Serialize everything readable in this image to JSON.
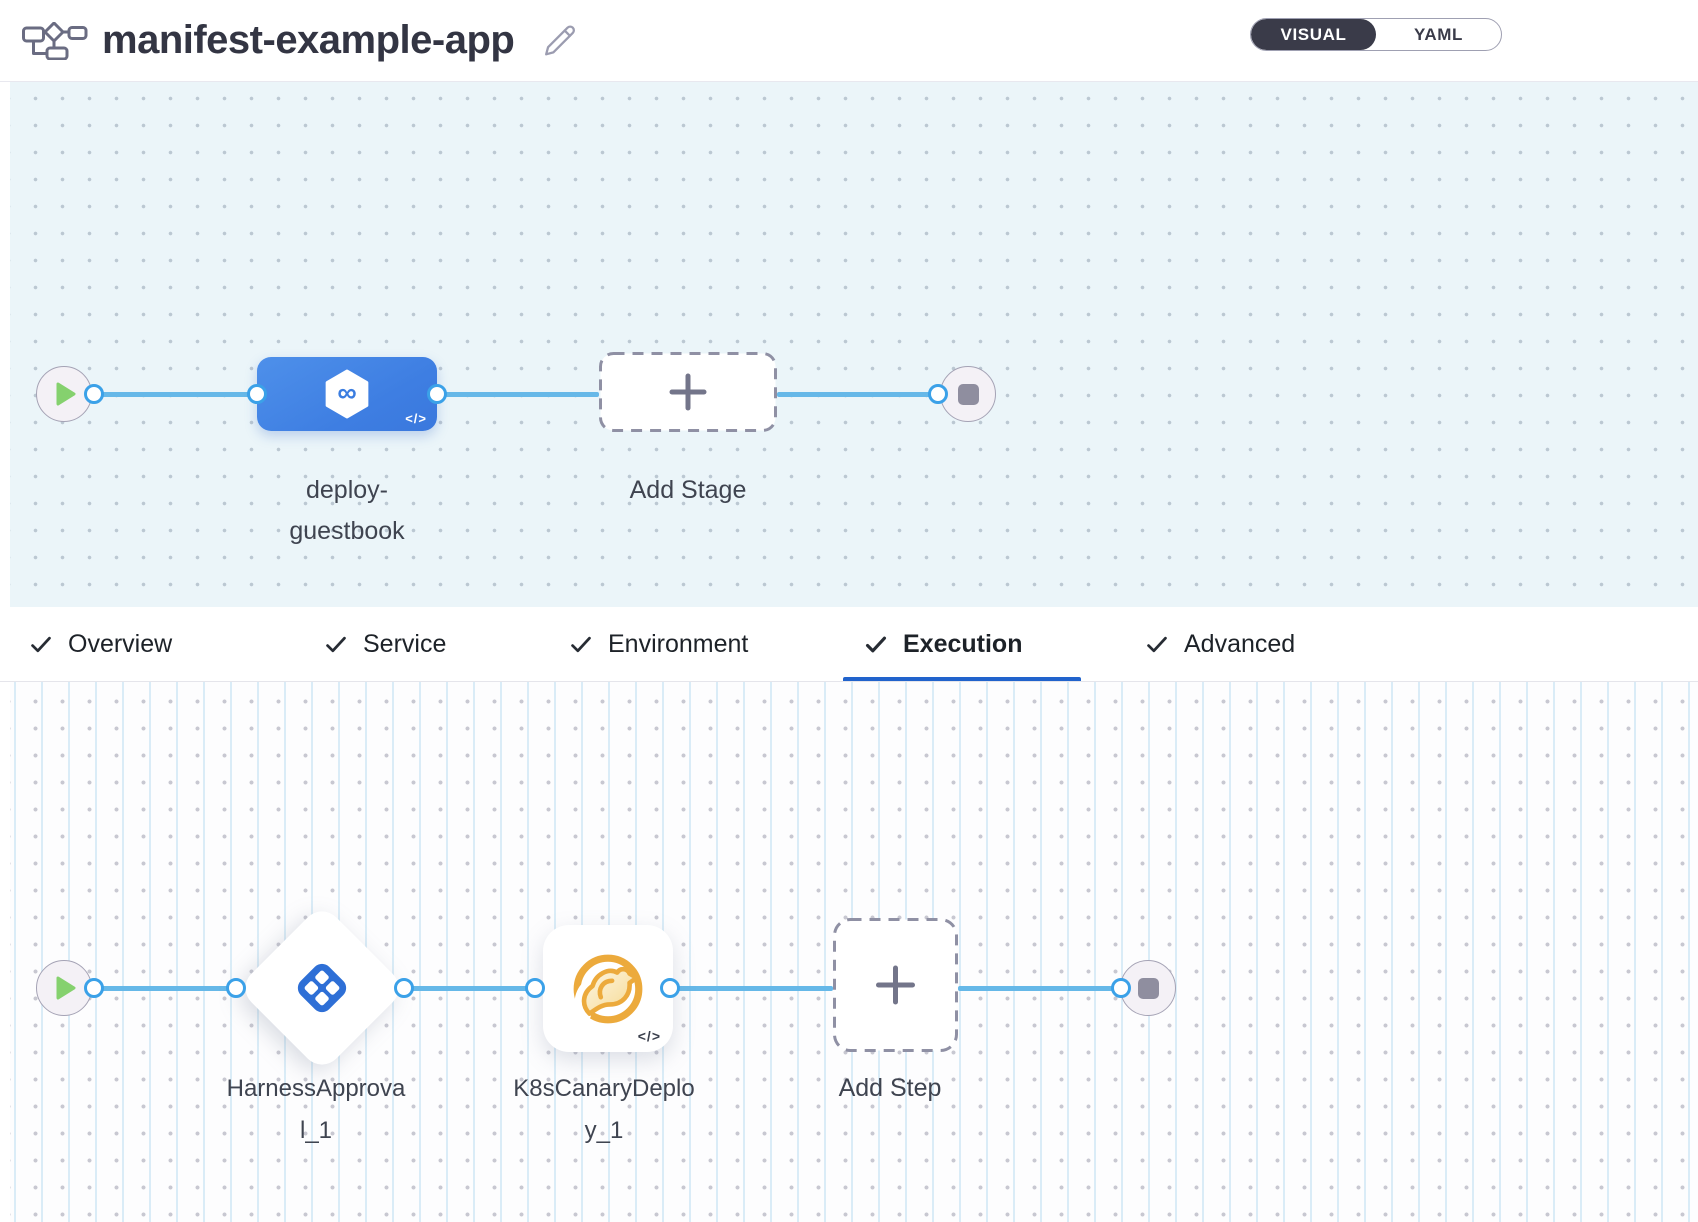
{
  "header": {
    "title": "manifest-example-app",
    "view_toggle": {
      "visual_label": "VISUAL",
      "yaml_label": "YAML",
      "active": "VISUAL"
    }
  },
  "icons": {
    "infinity_glyph": "∞"
  },
  "pipeline": {
    "stage_canvas": {
      "stage_node": {
        "label": "deploy-guestbook",
        "code_badge": "</>"
      },
      "add_stage": {
        "label": "Add Stage"
      }
    },
    "tabs": [
      {
        "label": "Overview",
        "checked": true,
        "active": false
      },
      {
        "label": "Service",
        "checked": true,
        "active": false
      },
      {
        "label": "Environment",
        "checked": true,
        "active": false
      },
      {
        "label": "Execution",
        "checked": true,
        "active": true
      },
      {
        "label": "Advanced",
        "checked": true,
        "active": false
      }
    ],
    "execution_canvas": {
      "steps": [
        {
          "label": "HarnessApproval_1",
          "type": "harness-approval"
        },
        {
          "label": "K8sCanaryDeploy_1",
          "type": "k8s-canary-deploy",
          "code_badge": "</>"
        }
      ],
      "add_step": {
        "label": "Add Step"
      }
    }
  },
  "colors": {
    "accent_blue": "#2163cc",
    "stage_blue": "#3e7ee2",
    "link_blue": "#66b8e8",
    "port_blue": "#3ba1e8",
    "play_green": "#85d16e",
    "canary_amber": "#ecaa3c",
    "approval_blue": "#2e6fd6"
  }
}
